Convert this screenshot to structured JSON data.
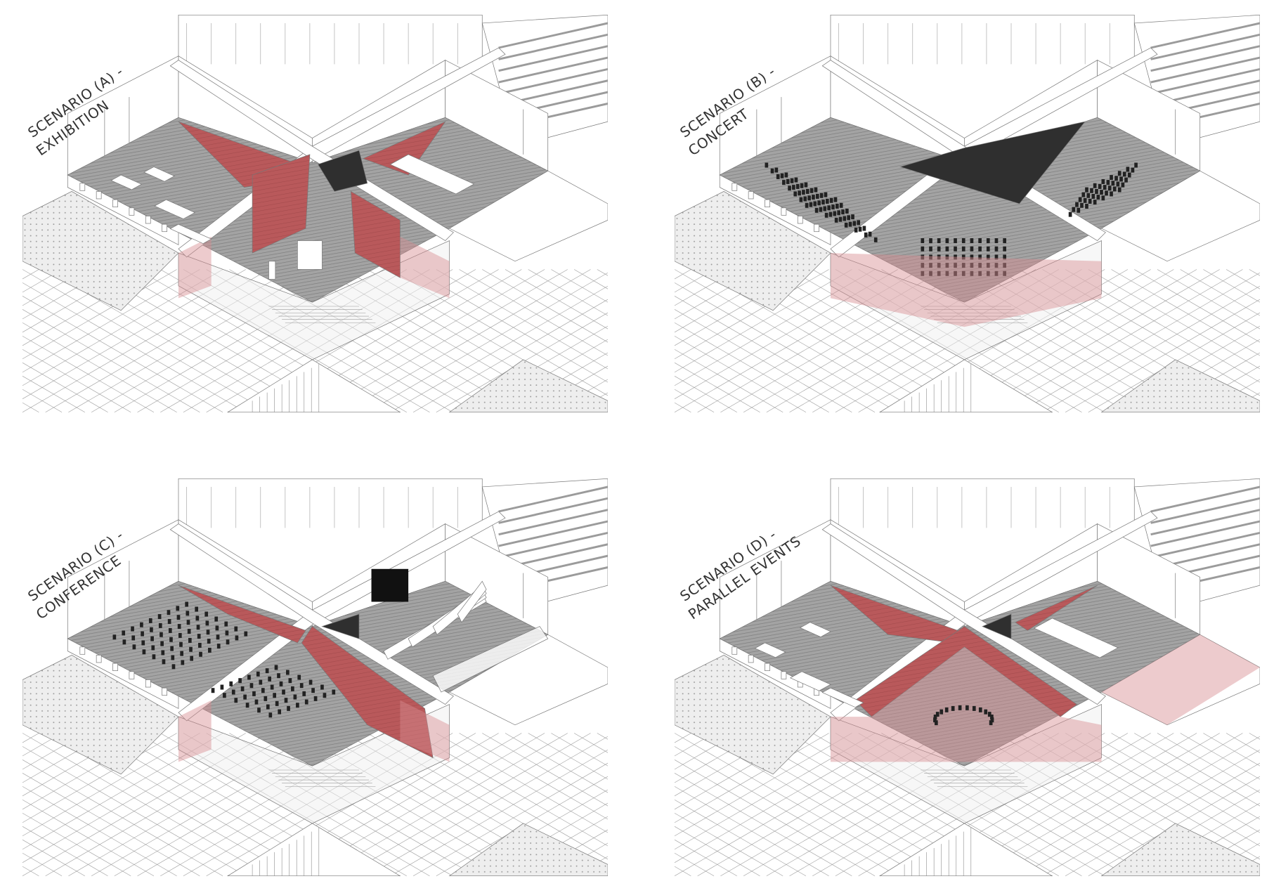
{
  "colors": {
    "accent_red": "#b9595b",
    "floor_grey": "#9a9a9a",
    "stage_dark": "#2f2f2f",
    "line": "#9b9b9b"
  },
  "panels": [
    {
      "id": "A",
      "title_line1": "SCENARIO (A) -",
      "title_line2": "EXHIBITION"
    },
    {
      "id": "B",
      "title_line1": "SCENARIO (B) -",
      "title_line2": "CONCERT"
    },
    {
      "id": "C",
      "title_line1": "SCENARIO (C) -",
      "title_line2": "CONFERENCE"
    },
    {
      "id": "D",
      "title_line1": "SCENARIO (D) -",
      "title_line2": "PARALLEL EVENTS"
    }
  ]
}
